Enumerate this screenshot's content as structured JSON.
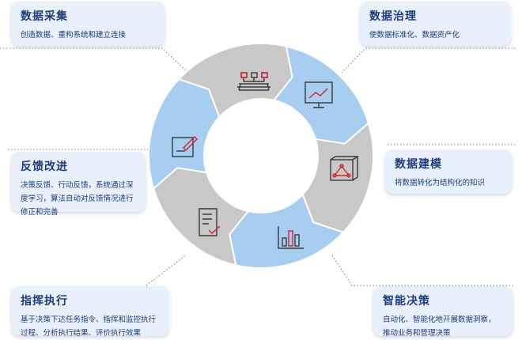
{
  "colors": {
    "blue_segment": "#a7cdf0",
    "gray_segment": "#c8c8c8",
    "card_bg": "#e9f0fb",
    "text_dark_blue": "#1d3d7a",
    "icon_stroke": "#3a3a3a",
    "icon_accent": "#d3232c"
  },
  "cards": {
    "collect": {
      "title": "数据采集",
      "desc": "创造数据、重构系统和建立连接"
    },
    "govern": {
      "title": "数据治理",
      "desc": "使数据标准化、数据资产化"
    },
    "feedback": {
      "title": "反馈改进",
      "desc_lines": [
        "决策反馈、行动反馈，系统通过深",
        "度学习，算法自动对反馈情况进行",
        "修正和完善"
      ]
    },
    "model": {
      "title": "数据建模",
      "desc": "将数据转化为结构化的知识"
    },
    "command": {
      "title": "指挥执行",
      "desc_lines": [
        "基于决策下达任务指令、指挥和监控执行",
        "过程、分析执行结果、评价执行效果"
      ]
    },
    "decision": {
      "title": "智能决策",
      "desc_lines": [
        "自动化、智能化地开展数据洞察，",
        "推动业务和管理决策"
      ]
    }
  },
  "icons": [
    "network-icon",
    "chart-monitor-icon",
    "cube-icon",
    "bar-chart-icon",
    "checklist-icon",
    "edit-icon"
  ]
}
